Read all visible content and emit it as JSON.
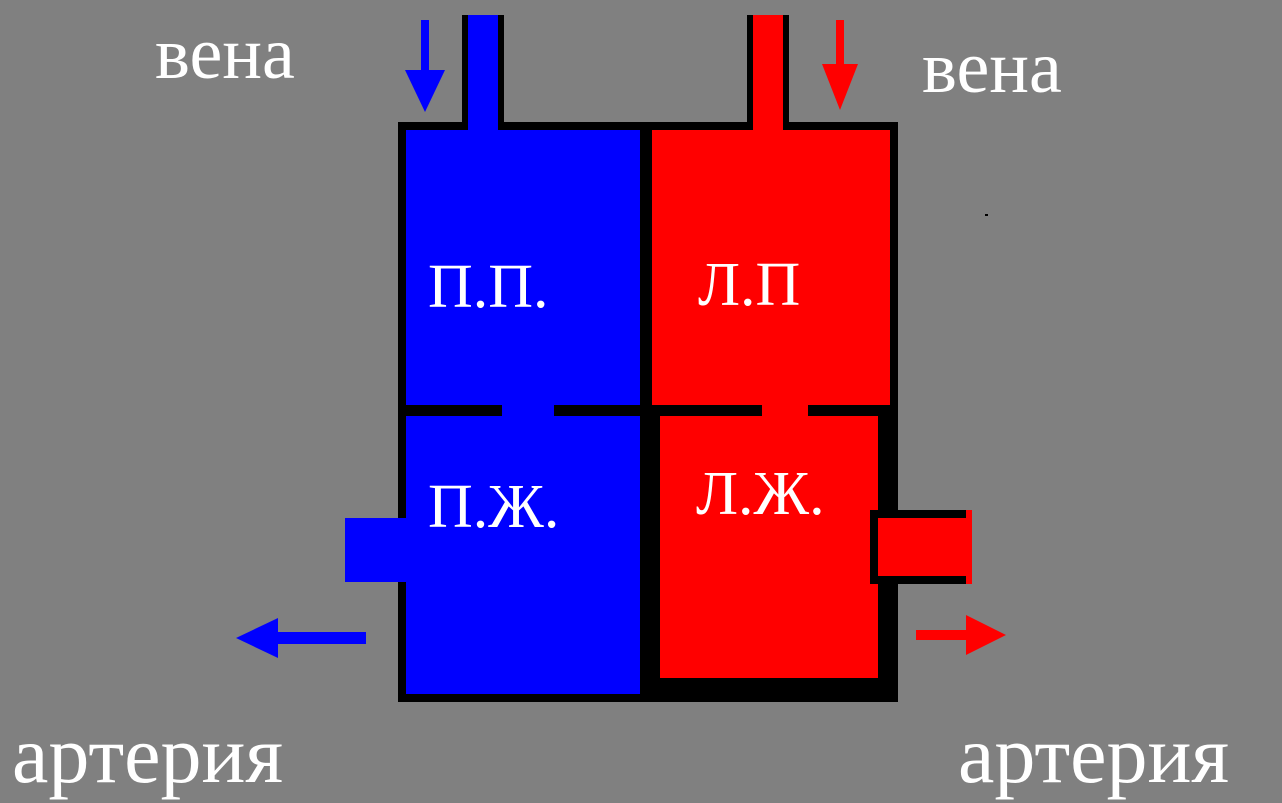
{
  "colors": {
    "background": "#808080",
    "venous": "#0000ff",
    "arterial": "#ff0000",
    "wall": "#000000",
    "text": "#ffffff"
  },
  "labels": {
    "vein_left": "вена",
    "vein_right": "вена",
    "artery_left": "артерия",
    "artery_right": "артерия",
    "right_atrium": "П.П.",
    "left_atrium": "Л.П",
    "right_ventricle": "П.Ж.",
    "left_ventricle": "Л.Ж."
  },
  "icons": {
    "vein_left_arrow": "arrow-down-icon",
    "vein_right_arrow": "arrow-down-icon",
    "artery_left_arrow": "arrow-left-icon",
    "artery_right_arrow": "arrow-right-icon"
  }
}
